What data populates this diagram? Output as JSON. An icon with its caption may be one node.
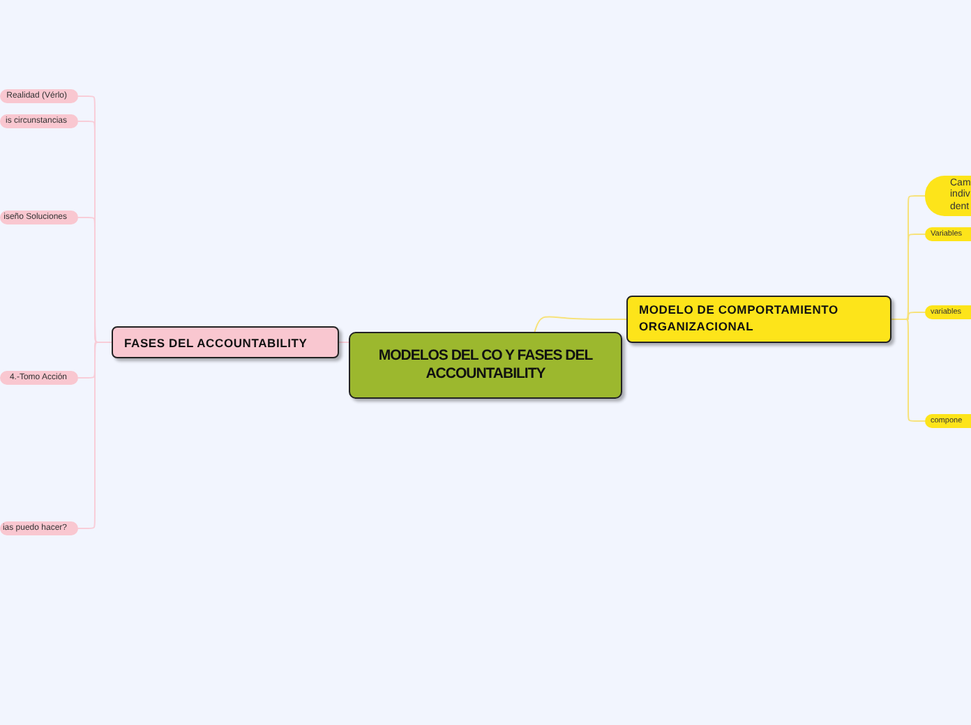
{
  "diagram": {
    "nodes": [
      {
        "text": [
          "MODELOS DEL CO Y FASES DEL ACCOUNTABILITY"
        ]
      },
      {
        "text": [
          "FASES DEL ACCOUNTABILITY"
        ]
      },
      {
        "text": [
          "MODELO DE COMPORTAMIENTO ORGANIZACIONAL"
        ]
      },
      {
        "text": [
          "Realidad (Vérlo)"
        ]
      },
      {
        "text": [
          "is circunstancias"
        ]
      },
      {
        "text": [
          "iseño Soluciones"
        ]
      },
      {
        "text": [
          "4.-Tomo Acción"
        ]
      },
      {
        "text": [
          "ias puedo hacer?"
        ]
      },
      {
        "text": [
          "Cam indiv dent"
        ]
      },
      {
        "text": [
          "Variables"
        ]
      },
      {
        "text": [
          "variables"
        ]
      },
      {
        "text": [
          "compone"
        ]
      }
    ],
    "edges": [
      {
        "from": 0,
        "to": 1,
        "arrow": "none"
      },
      {
        "from": 0,
        "to": 2,
        "arrow": "none",
        "color": "#f7e27a"
      },
      {
        "from": 1,
        "to": 3,
        "arrow": "none"
      },
      {
        "from": 1,
        "to": 4,
        "arrow": "none"
      },
      {
        "from": 1,
        "to": 5,
        "arrow": "none"
      },
      {
        "from": 1,
        "to": 6,
        "arrow": "none"
      },
      {
        "from": 1,
        "to": 7,
        "arrow": "none"
      },
      {
        "from": 2,
        "to": 8,
        "arrow": "none",
        "color": "#f7e27a"
      },
      {
        "from": 2,
        "to": 9,
        "arrow": "none",
        "color": "#f7e27a"
      },
      {
        "from": 2,
        "to": 10,
        "arrow": "none",
        "color": "#f7e27a"
      },
      {
        "from": 2,
        "to": 11,
        "arrow": "none",
        "color": "#f7e27a"
      }
    ]
  }
}
